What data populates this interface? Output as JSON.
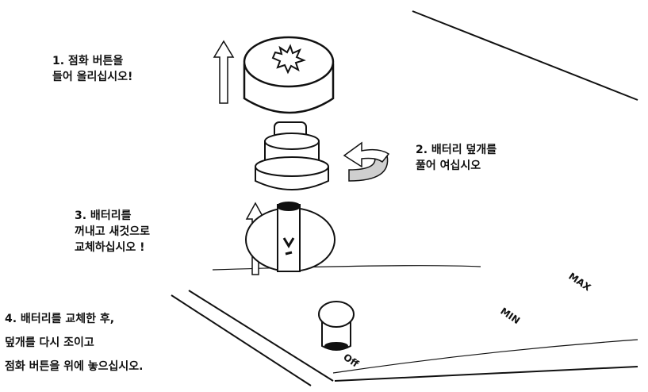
{
  "steps": {
    "step1": {
      "line1": "1. 점화 버튼을",
      "line2": "들어 올리십시오!"
    },
    "step2": {
      "line1": "2. 배터리 덮개를",
      "line2": "풀어 여십시오"
    },
    "step3": {
      "line1": "3. 배터리를",
      "line2": "꺼내고 새것으로",
      "line3": "교체하십시오 !"
    },
    "step4": {
      "line1": "4. 배터리를 교체한 후,",
      "line2": "덮개를 다시 조이고",
      "line3": "점화 버튼을 위에 놓으십시오."
    }
  },
  "knob_labels": {
    "max": "MAX",
    "min": "MIN",
    "off": "Off"
  },
  "colors": {
    "line": "#111111",
    "arrow_fill": "#ffffff",
    "arrow_swirl": "#cfcfcf"
  }
}
